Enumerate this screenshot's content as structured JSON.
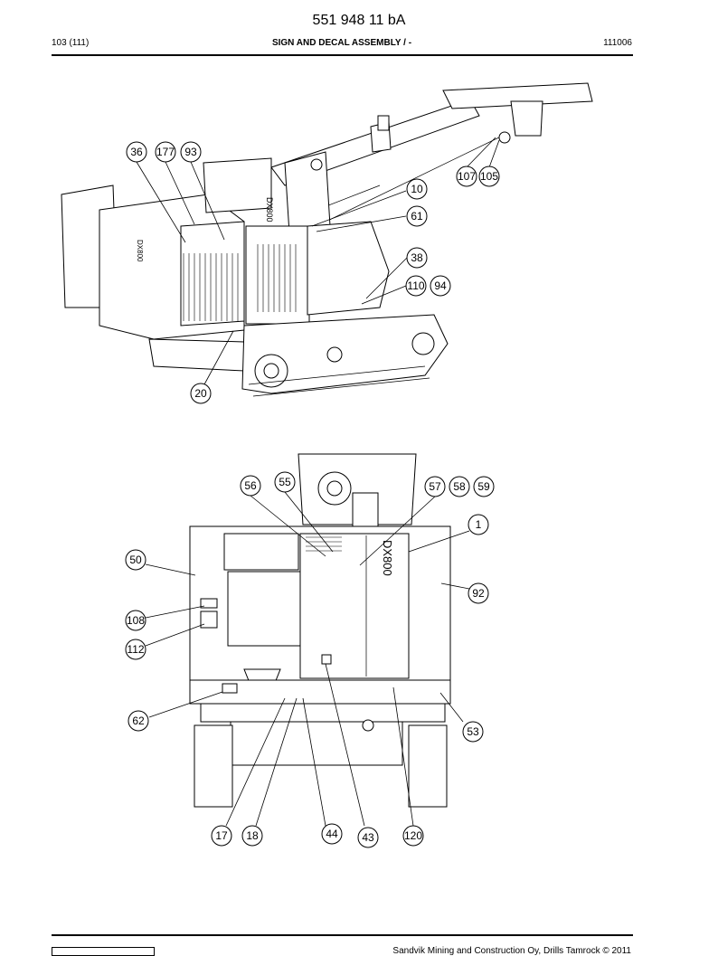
{
  "header": {
    "doc_number": "551 948 11 bA",
    "page": "103 (111)",
    "title": "SIGN AND DECAL ASSEMBLY / -",
    "code": "111006"
  },
  "footer": {
    "copyright": "Sandvik Mining and Construction Oy, Drills Tamrock © 2011"
  },
  "figure1": {
    "callouts": [
      "36",
      "177",
      "93",
      "107",
      "105",
      "10",
      "61",
      "38",
      "110",
      "94",
      "20"
    ],
    "decal_text": "DX800"
  },
  "figure2": {
    "callouts": [
      "56",
      "55",
      "57",
      "58",
      "59",
      "1",
      "50",
      "92",
      "108",
      "112",
      "62",
      "53",
      "17",
      "18",
      "44",
      "43",
      "120"
    ],
    "decal_text": "DX800"
  }
}
